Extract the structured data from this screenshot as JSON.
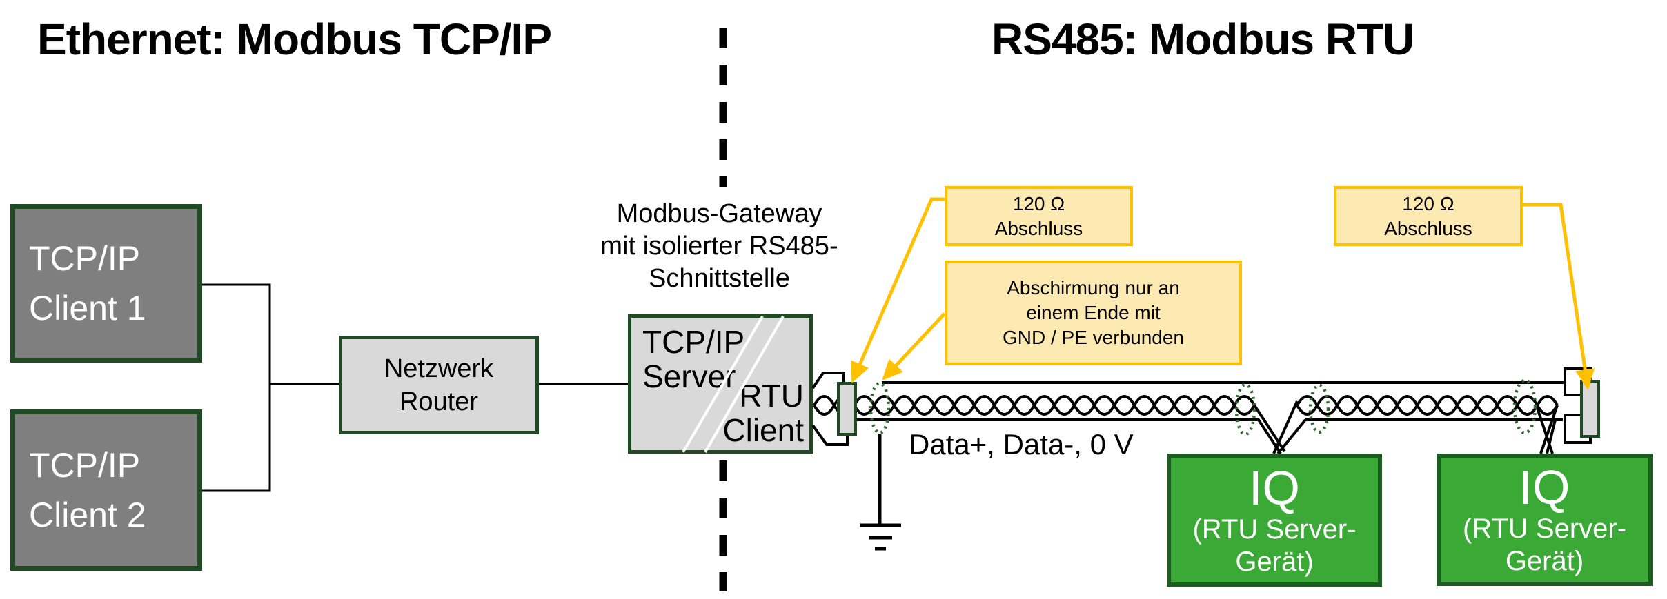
{
  "titles": {
    "left": "Ethernet: Modbus TCP/IP",
    "right": "RS485: Modbus RTU"
  },
  "ethernet": {
    "clients": [
      {
        "lines": [
          "TCP/IP",
          "Client 1"
        ]
      },
      {
        "lines": [
          "TCP/IP",
          "Client 2"
        ]
      }
    ],
    "router": {
      "lines": [
        "Netzwerk",
        "Router"
      ]
    }
  },
  "gateway": {
    "caption_lines": [
      "Modbus-Gateway",
      "mit isolierter RS485-",
      "Schnittstelle"
    ],
    "tcp_side_lines": [
      "TCP/IP",
      "Server"
    ],
    "rtu_side_lines": [
      "RTU",
      "Client"
    ]
  },
  "rs485": {
    "bus_label": "Data+, Data-, 0 V",
    "termination_callouts": [
      {
        "lines": [
          "120 Ω",
          "Abschluss"
        ]
      },
      {
        "lines": [
          "120 Ω",
          "Abschluss"
        ]
      }
    ],
    "shield_callout": {
      "lines": [
        "Abschirmung nur an",
        "einem Ende mit",
        "GND / PE verbunden"
      ]
    },
    "iq_devices": [
      {
        "name": "IQ",
        "sub_lines": [
          "(RTU Server-",
          "Gerät)"
        ]
      },
      {
        "name": "IQ",
        "sub_lines": [
          "(RTU Server-",
          "Gerät)"
        ]
      }
    ]
  },
  "colors": {
    "client_box_fill": "#7f7f7f",
    "light_box_fill": "#d9d9d9",
    "dark_green_border": "#1f4a23",
    "iq_box_fill": "#3aa935",
    "iq_box_border": "#1d5b22",
    "callout_fill": "#fdeab3",
    "callout_border": "#ffc000",
    "arrow_color": "#ffc000",
    "shield_ellipse_green": "#2f6d31",
    "wire_color": "#000000"
  }
}
